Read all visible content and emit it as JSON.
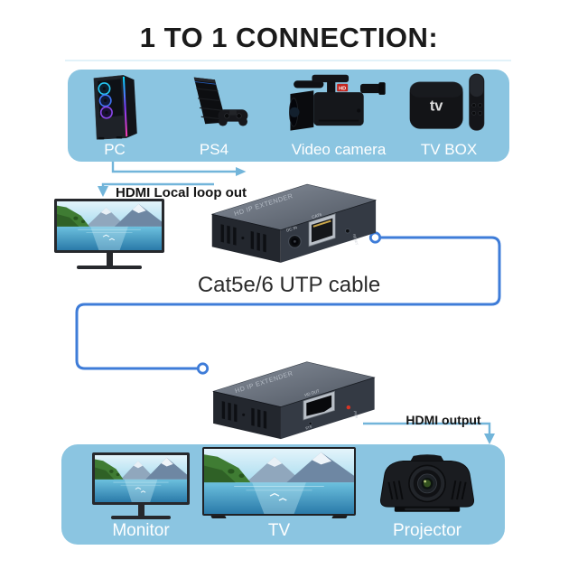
{
  "title": "1 TO 1 CONNECTION:",
  "annotations": {
    "local_loop": "HDMI Local loop out",
    "cable": "Cat5e/6 UTP cable",
    "output": "HDMI output"
  },
  "source_panel": {
    "devices": [
      {
        "label": "PC"
      },
      {
        "label": "PS4"
      },
      {
        "label": "Video camera"
      },
      {
        "label": "TV BOX"
      }
    ]
  },
  "display_panel": {
    "devices": [
      {
        "label": "Monitor"
      },
      {
        "label": "TV"
      },
      {
        "label": "Projector"
      }
    ]
  },
  "transmitter": {
    "top_label": "HD IP EXTENDER",
    "ports": {
      "dc": "DC IN",
      "lan": "CAT6",
      "reset": "RESET"
    }
  },
  "receiver": {
    "top_label": "HD IP EXTENDER",
    "ports": {
      "hdmi": "HD OUT",
      "ets": "ETS",
      "power": "PWR"
    }
  },
  "device_marks": {
    "tv_box_logo": "tv",
    "camera_badge": "HD"
  },
  "colors": {
    "panel_blue": "#8bc5e1",
    "line_light_blue": "#72b5da",
    "cable_blue": "#3e7cd8",
    "label_white": "#ffffff",
    "title_black": "#1b1b1b",
    "led_red": "#d93425"
  }
}
